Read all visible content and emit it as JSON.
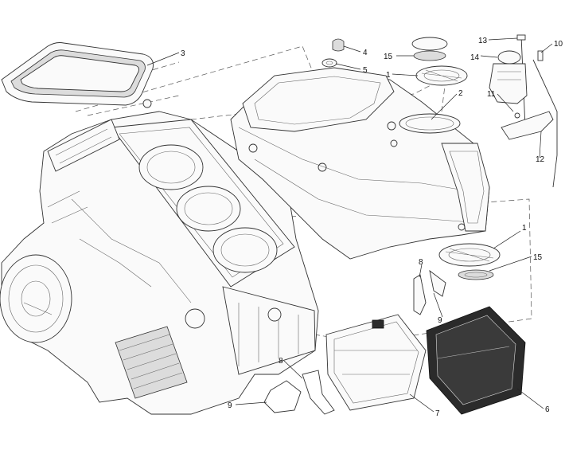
{
  "callouts": [
    {
      "id": "c3",
      "label": "3"
    },
    {
      "id": "c4",
      "label": "4"
    },
    {
      "id": "c5",
      "label": "5"
    },
    {
      "id": "c15a",
      "label": "15"
    },
    {
      "id": "c1a",
      "label": "1"
    },
    {
      "id": "c2",
      "label": "2"
    },
    {
      "id": "c13",
      "label": "13"
    },
    {
      "id": "c10",
      "label": "10"
    },
    {
      "id": "c14",
      "label": "14"
    },
    {
      "id": "c11",
      "label": "11"
    },
    {
      "id": "c12",
      "label": "12"
    },
    {
      "id": "c1b",
      "label": "1"
    },
    {
      "id": "c15b",
      "label": "15"
    },
    {
      "id": "c8a",
      "label": "8"
    },
    {
      "id": "c9a",
      "label": "9"
    },
    {
      "id": "c8b",
      "label": "8"
    },
    {
      "id": "c9b",
      "label": "9"
    },
    {
      "id": "c7",
      "label": "7"
    },
    {
      "id": "c6",
      "label": "6"
    }
  ]
}
